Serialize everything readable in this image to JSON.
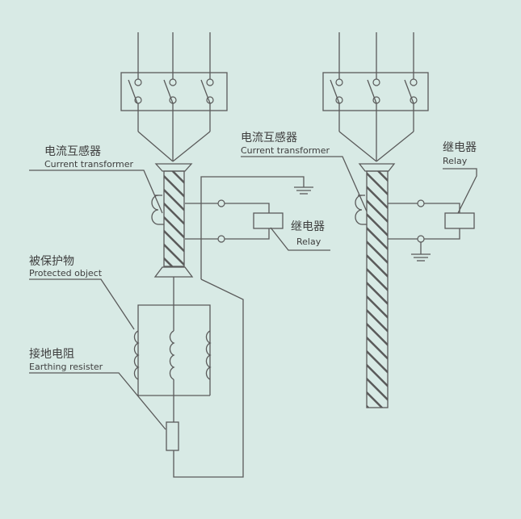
{
  "colors": {
    "background": "#d8eae5",
    "line": "#5a5a5a",
    "text": "#3e3e3e"
  },
  "labels": {
    "left_ct_cn": "电流互感器",
    "left_ct_en": "Current transformer",
    "left_relay_cn": "继电器",
    "left_relay_en": "Relay",
    "protected_cn": "被保护物",
    "protected_en": "Protected object",
    "earthing_cn": "接地电阻",
    "earthing_en": "Earthing resister",
    "right_ct_cn": "电流互感器",
    "right_ct_en": "Current transformer",
    "right_relay_cn": "继电器",
    "right_relay_en": "Relay"
  }
}
